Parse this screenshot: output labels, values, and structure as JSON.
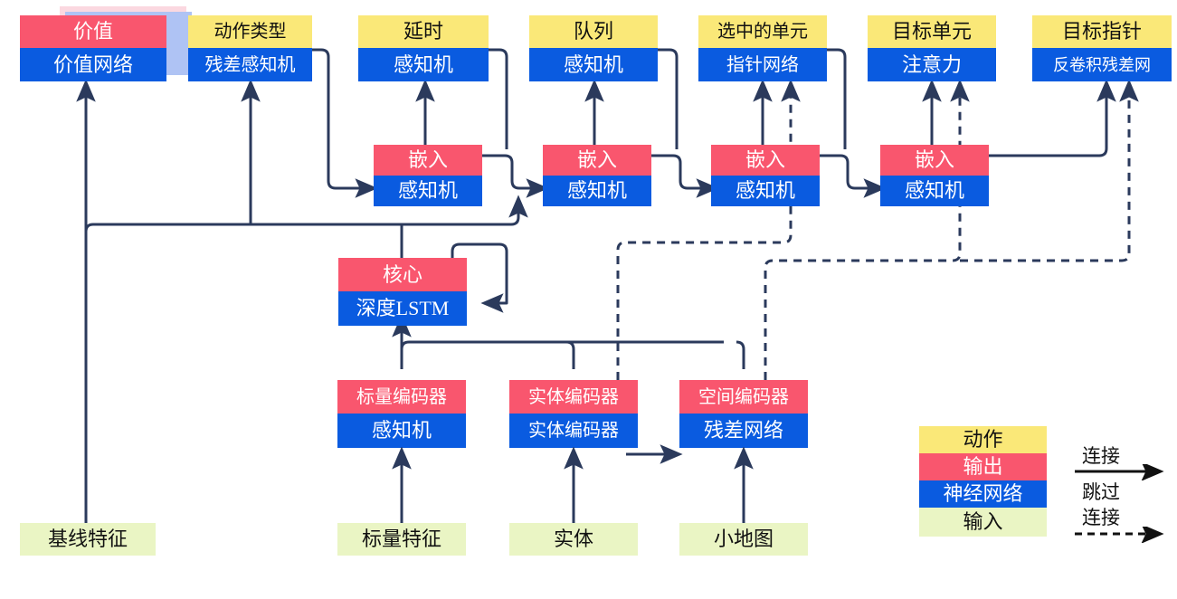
{
  "diagram": {
    "title": "AlphaStar-style policy network architecture (Chinese labels)",
    "colors": {
      "action": "#FAE878",
      "output": "#F9566E",
      "network": "#0A5BE0",
      "input": "#EAF5C4",
      "wire": "#2B3A5C"
    }
  },
  "heads": [
    {
      "id": "value",
      "top": "价值",
      "bottom": "价值网络",
      "top_kind": "output",
      "stacked": true
    },
    {
      "id": "action-type",
      "top": "动作类型",
      "bottom": "残差感知机",
      "top_kind": "action",
      "stacked": false
    },
    {
      "id": "delay",
      "top": "延时",
      "bottom": "感知机",
      "top_kind": "action",
      "stacked": false
    },
    {
      "id": "queued",
      "top": "队列",
      "bottom": "感知机",
      "top_kind": "action",
      "stacked": false
    },
    {
      "id": "selected-units",
      "top": "选中的单元",
      "bottom": "指针网络",
      "top_kind": "action",
      "stacked": false
    },
    {
      "id": "target-unit",
      "top": "目标单元",
      "bottom": "注意力",
      "top_kind": "action",
      "stacked": false
    },
    {
      "id": "target-point",
      "top": "目标指针",
      "bottom": "反卷积残差网",
      "top_kind": "action",
      "stacked": false
    }
  ],
  "embeds": [
    {
      "id": "embed-1",
      "top": "嵌入",
      "bottom": "感知机"
    },
    {
      "id": "embed-2",
      "top": "嵌入",
      "bottom": "感知机"
    },
    {
      "id": "embed-3",
      "top": "嵌入",
      "bottom": "感知机"
    },
    {
      "id": "embed-4",
      "top": "嵌入",
      "bottom": "感知机"
    }
  ],
  "core": {
    "id": "core",
    "top": "核心",
    "bottom": "深度LSTM"
  },
  "encoders": [
    {
      "id": "scalar-encoder",
      "top": "标量编码器",
      "bottom": "感知机"
    },
    {
      "id": "entity-encoder",
      "top": "实体编码器",
      "bottom": "实体编码器"
    },
    {
      "id": "spatial-encoder",
      "top": "空间编码器",
      "bottom": "残差网络"
    }
  ],
  "inputs": [
    {
      "id": "baseline-features",
      "label": "基线特征"
    },
    {
      "id": "scalar-features",
      "label": "标量特征"
    },
    {
      "id": "entities",
      "label": "实体"
    },
    {
      "id": "minimap",
      "label": "小地图"
    }
  ],
  "legend": {
    "swatches": [
      {
        "id": "legend-action",
        "label": "动作",
        "kind": "action"
      },
      {
        "id": "legend-output",
        "label": "输出",
        "kind": "output"
      },
      {
        "id": "legend-network",
        "label": "神经网络",
        "kind": "network"
      },
      {
        "id": "legend-input",
        "label": "输入",
        "kind": "input"
      }
    ],
    "edges": [
      {
        "id": "legend-connection",
        "label": "连接",
        "style": "solid"
      },
      {
        "id": "legend-skip-line1",
        "label": "跳过",
        "style": "dashed"
      },
      {
        "id": "legend-skip-line2",
        "label": "连接",
        "style": "dashed"
      }
    ]
  }
}
